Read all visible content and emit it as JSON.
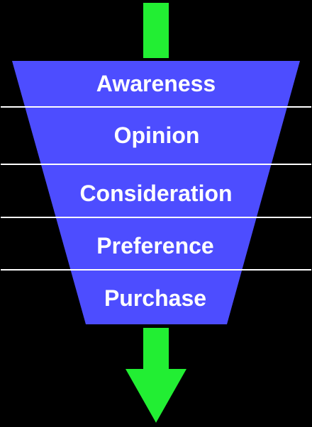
{
  "diagram": {
    "stages": [
      {
        "label": "Awareness"
      },
      {
        "label": "Opinion"
      },
      {
        "label": "Consideration"
      },
      {
        "label": "Preference"
      },
      {
        "label": "Purchase"
      }
    ]
  },
  "colors": {
    "background": "#000000",
    "funnel_fill": "#4d4dff",
    "arrow_fill": "#22ee33",
    "divider_stroke": "#ffffff",
    "label_text": "#ffffff"
  },
  "icons": {
    "input_arrow": "arrow-down-icon",
    "output_arrow": "arrow-down-icon"
  }
}
